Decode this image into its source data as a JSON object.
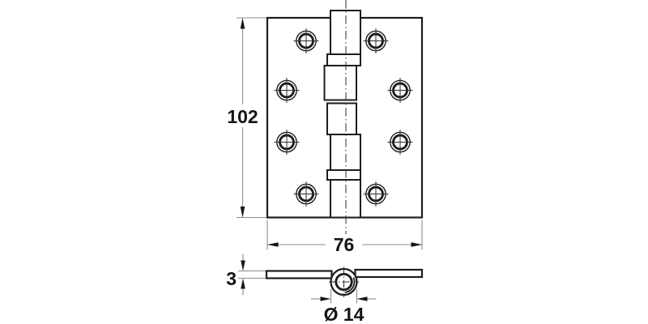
{
  "drawing": {
    "title": "butt-hinge-technical-drawing",
    "dimensions": {
      "height": "102",
      "width": "76",
      "thickness": "3",
      "knuckle_diameter": "Ø 14"
    },
    "colors": {
      "outline": "#1d1d1d",
      "dimension_line": "#8c8c8c",
      "text": "#141414",
      "background": "#ffffff"
    }
  }
}
